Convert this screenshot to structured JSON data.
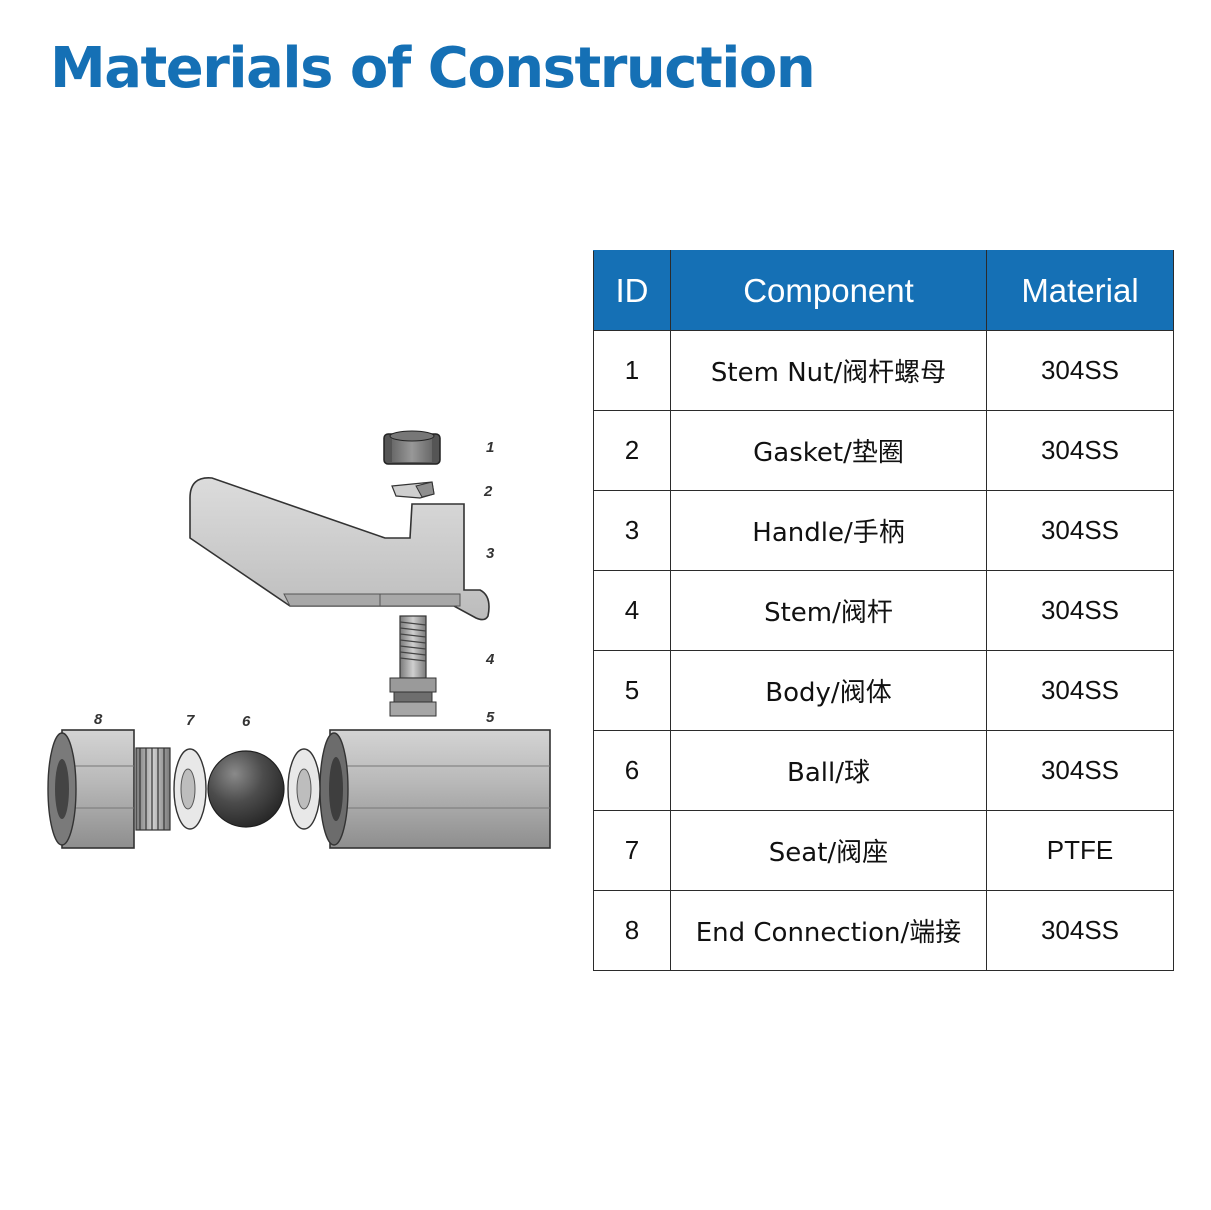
{
  "title": "Materials of Construction",
  "table": {
    "headers": [
      "ID",
      "Component",
      "Material"
    ],
    "rows": [
      {
        "id": "1",
        "component": "Stem Nut/阀杆螺母",
        "material": "304SS"
      },
      {
        "id": "2",
        "component": "Gasket/垫圈",
        "material": "304SS"
      },
      {
        "id": "3",
        "component": "Handle/手柄",
        "material": "304SS"
      },
      {
        "id": "4",
        "component": "Stem/阀杆",
        "material": "304SS"
      },
      {
        "id": "5",
        "component": "Body/阀体",
        "material": "304SS"
      },
      {
        "id": "6",
        "component": "Ball/球",
        "material": "304SS"
      },
      {
        "id": "7",
        "component": "Seat/阀座",
        "material": "PTFE"
      },
      {
        "id": "8",
        "component": "End Connection/端接",
        "material": "304SS"
      }
    ]
  },
  "diagram": {
    "callouts": [
      "1",
      "2",
      "3",
      "4",
      "5",
      "6",
      "7",
      "8"
    ]
  },
  "colors": {
    "title": "#1570b5",
    "header_bg": "#1570b5",
    "header_text": "#ffffff",
    "grid": "#2b2b2b"
  }
}
